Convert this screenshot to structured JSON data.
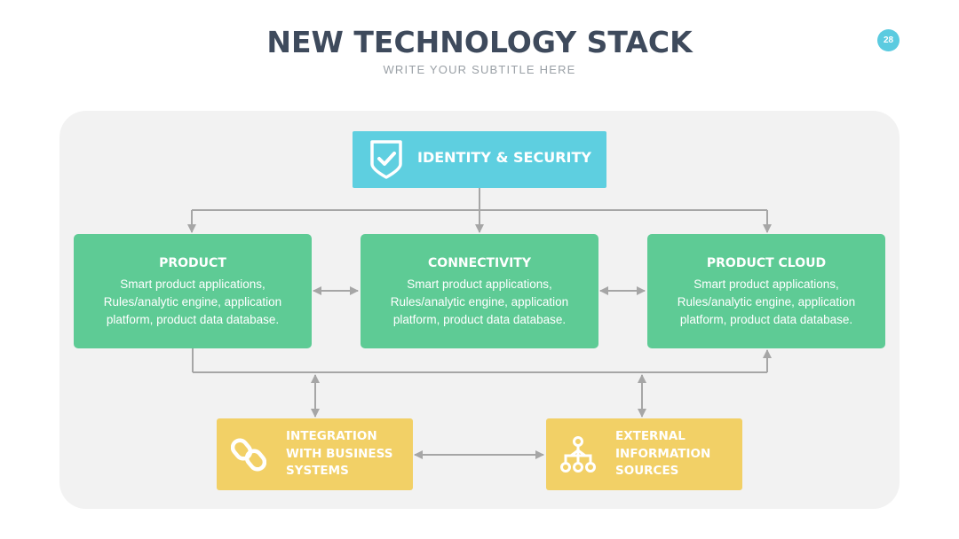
{
  "header": {
    "title": "NEW TECHNOLOGY STACK",
    "subtitle": "WRITE YOUR SUBTITLE HERE",
    "page_number": "28"
  },
  "diagram": {
    "top": {
      "label": "IDENTITY & SECURITY",
      "icon": "shield-check-icon"
    },
    "middle": [
      {
        "title": "PRODUCT",
        "description": "Smart product applications, Rules/analytic engine, application platform, product data database."
      },
      {
        "title": "CONNECTIVITY",
        "description": "Smart product applications, Rules/analytic engine, application platform, product data database."
      },
      {
        "title": "PRODUCT CLOUD",
        "description": "Smart product applications, Rules/analytic engine, application platform, product data database."
      }
    ],
    "bottom": [
      {
        "label": "INTEGRATION\nWITH BUSINESS\nSYSTEMS",
        "icon": "chain-link-icon"
      },
      {
        "label": "EXTERNAL\nINFORMATION\nSOURCES",
        "icon": "hierarchy-icon"
      }
    ]
  },
  "colors": {
    "title": "#3e4a5c",
    "accent_blue": "#5ecfe0",
    "accent_green": "#5ecb95",
    "accent_yellow": "#f2d066",
    "connector": "#a6a6a6",
    "panel": "#f2f2f2"
  }
}
